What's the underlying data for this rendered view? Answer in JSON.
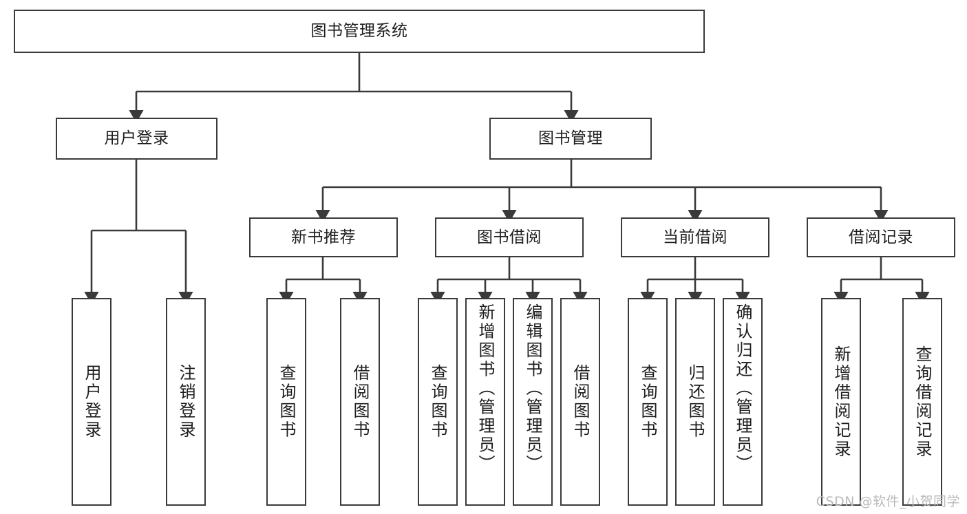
{
  "diagram": {
    "title": "图书管理系统",
    "type": "hierarchy-tree",
    "orientation": "top-down",
    "root": {
      "id": "root",
      "label": "图书管理系统",
      "text_orientation": "horizontal"
    },
    "level2": [
      {
        "id": "user-login",
        "label": "用户登录",
        "text_orientation": "horizontal"
      },
      {
        "id": "book-manage",
        "label": "图书管理",
        "text_orientation": "horizontal"
      }
    ],
    "level3": [
      {
        "id": "new-book-rec",
        "label": "新书推荐",
        "text_orientation": "horizontal",
        "parent": "book-manage"
      },
      {
        "id": "book-borrow",
        "label": "图书借阅",
        "text_orientation": "horizontal",
        "parent": "book-manage"
      },
      {
        "id": "current-borrow",
        "label": "当前借阅",
        "text_orientation": "horizontal",
        "parent": "book-manage"
      },
      {
        "id": "borrow-record",
        "label": "借阅记录",
        "text_orientation": "horizontal",
        "parent": "book-manage"
      }
    ],
    "leaves": [
      {
        "id": "leaf-user-login",
        "label": "用户登录",
        "parent": "user-login",
        "text_orientation": "vertical"
      },
      {
        "id": "leaf-user-logout",
        "label": "注销登录",
        "parent": "user-login",
        "text_orientation": "vertical"
      },
      {
        "id": "leaf-query-book-1",
        "label": "查询图书",
        "parent": "new-book-rec",
        "text_orientation": "vertical"
      },
      {
        "id": "leaf-borrow-book-1",
        "label": "借阅图书",
        "parent": "new-book-rec",
        "text_orientation": "vertical"
      },
      {
        "id": "leaf-query-book-2",
        "label": "查询图书",
        "parent": "book-borrow",
        "text_orientation": "vertical"
      },
      {
        "id": "leaf-add-book",
        "label": "新增图书（管理员）",
        "parent": "book-borrow",
        "text_orientation": "vertical"
      },
      {
        "id": "leaf-edit-book",
        "label": "编辑图书（管理员）",
        "parent": "book-borrow",
        "text_orientation": "vertical"
      },
      {
        "id": "leaf-borrow-book-2",
        "label": "借阅图书",
        "parent": "book-borrow",
        "text_orientation": "vertical"
      },
      {
        "id": "leaf-query-book-3",
        "label": "查询图书",
        "parent": "current-borrow",
        "text_orientation": "vertical"
      },
      {
        "id": "leaf-return-book",
        "label": "归还图书",
        "parent": "current-borrow",
        "text_orientation": "vertical"
      },
      {
        "id": "leaf-confirm-return",
        "label": "确认归还（管理员）",
        "parent": "current-borrow",
        "text_orientation": "vertical"
      },
      {
        "id": "leaf-add-record",
        "label": "新增借阅记录",
        "parent": "borrow-record",
        "text_orientation": "vertical"
      },
      {
        "id": "leaf-query-record",
        "label": "查询借阅记录",
        "parent": "borrow-record",
        "text_orientation": "vertical"
      }
    ]
  },
  "watermark": {
    "text": "CSDN @软件_小贺同学"
  },
  "colors": {
    "box_border": "#3a3a3a",
    "box_fill": "#ffffff",
    "connector": "#3a3a3a",
    "text": "#1d1d1d",
    "watermark": "#b9b9b9",
    "background": "#ffffff"
  }
}
